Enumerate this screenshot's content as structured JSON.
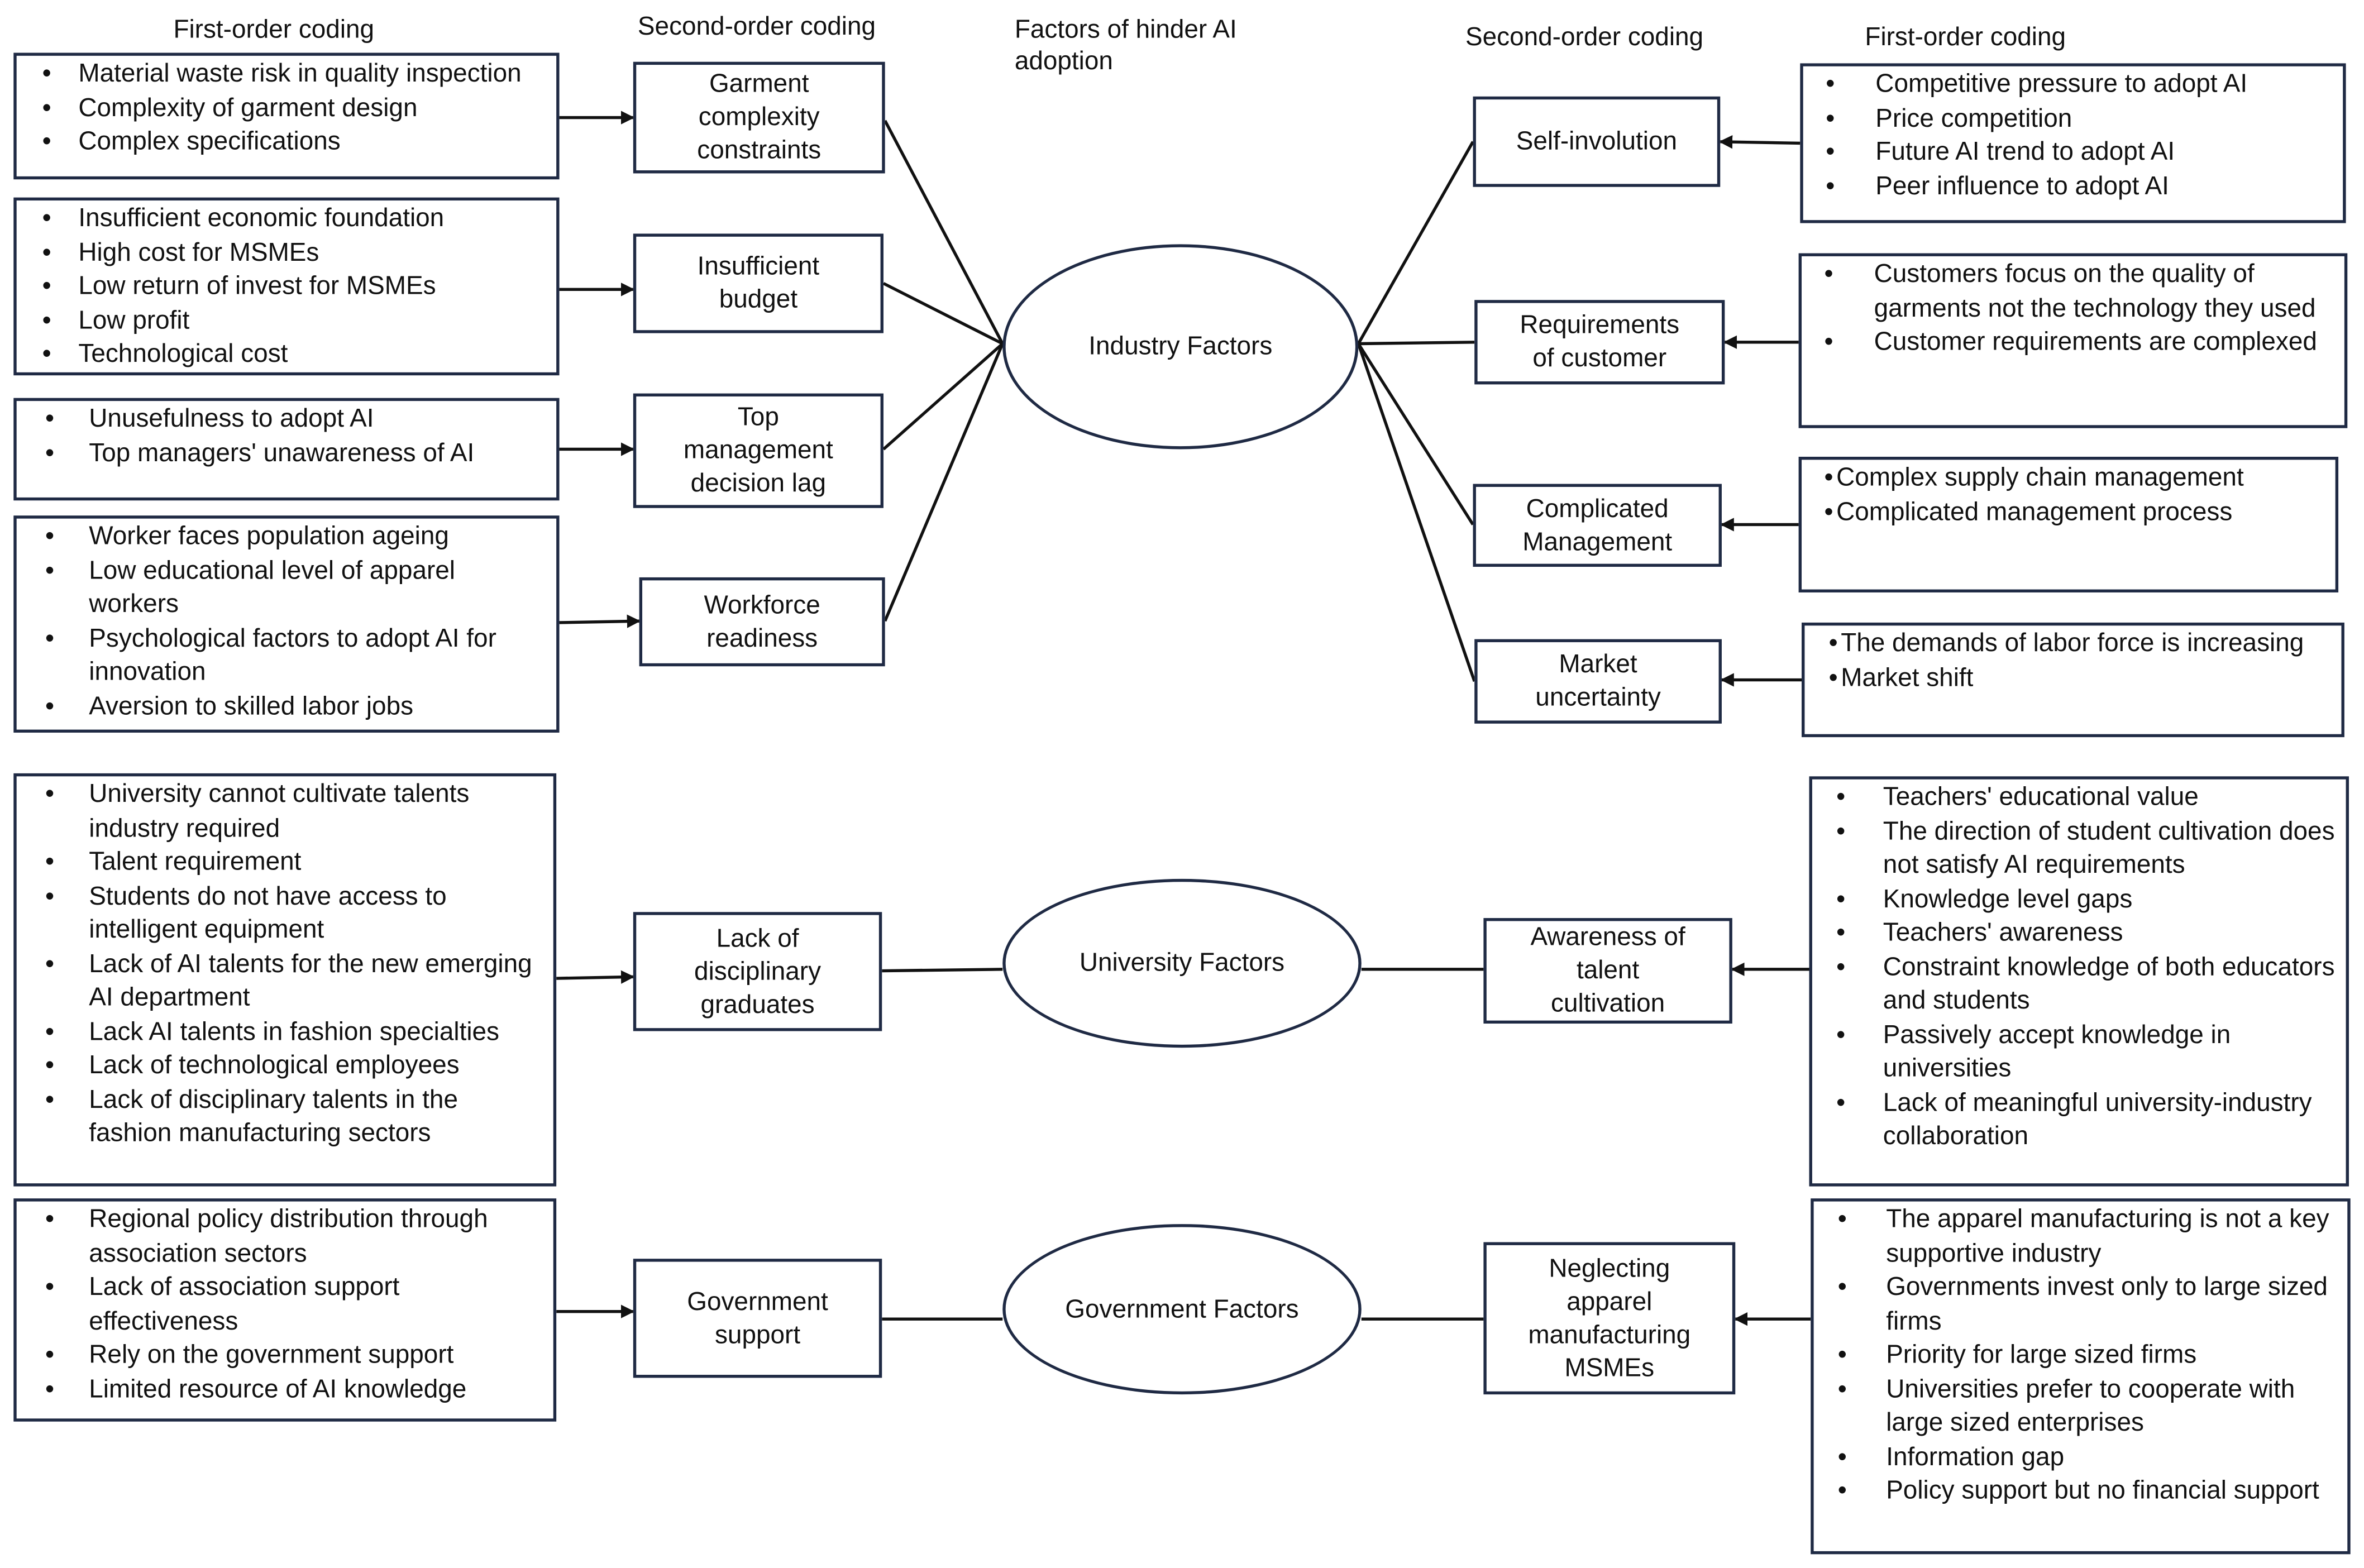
{
  "headers": {
    "first_order_left": "First-order coding",
    "second_order_left": "Second-order coding",
    "factors": "Factors of hinder AI\nadoption",
    "second_order_right": "Second-order coding",
    "first_order_right": "First-order coding"
  },
  "factors": {
    "industry": "Industry Factors",
    "university": "University Factors",
    "government": "Government  Factors"
  },
  "second_order": {
    "garment": "Garment\ncomplexity\nconstraints",
    "budget": "Insufficient\nbudget",
    "top_mgmt": "Top\nmanagement\ndecision lag",
    "workforce": "Workforce\nreadiness",
    "self_involution": "Self-involution",
    "requirements": "Requirements\nof customer",
    "complicated": "Complicated\nManagement",
    "market": "Market\nuncertainty",
    "disciplinary": "Lack of\ndisciplinary\ngraduates",
    "awareness": "Awareness of\ntalent\ncultivation",
    "gov_support": "Government\nsupport",
    "neglecting": "Neglecting\napparel\nmanufacturing\nMSMEs"
  },
  "first_order": {
    "garment": [
      "Material waste risk in quality inspection",
      "Complexity of garment design",
      "Complex specifications"
    ],
    "budget": [
      "Insufficient economic foundation",
      "High cost for MSMEs",
      "Low return of invest for MSMEs",
      "Low profit",
      "Technological cost"
    ],
    "top_mgmt": [
      "Unusefulness to adopt AI",
      "Top managers' unawareness of AI"
    ],
    "workforce": [
      "Worker faces population ageing",
      "Low educational level of apparel workers",
      "Psychological factors to adopt AI for innovation",
      "Aversion to skilled labor jobs"
    ],
    "self_involution": [
      "Competitive pressure to adopt AI",
      "Price competition",
      "Future AI trend to adopt AI",
      "Peer influence to adopt AI"
    ],
    "requirements": [
      "Customers focus on the quality of garments not the technology they used",
      "Customer requirements are complexed"
    ],
    "complicated": [
      "Complex supply chain management",
      "Complicated management process"
    ],
    "market": [
      "The demands of labor force is increasing",
      "Market shift"
    ],
    "disciplinary": [
      "University cannot cultivate talents industry required",
      "Talent requirement",
      "Students do not have access to intelligent equipment",
      "Lack of AI talents for the new emerging AI department",
      "Lack AI talents in fashion specialties",
      "Lack of technological employees",
      "Lack of disciplinary talents in the fashion manufacturing sectors"
    ],
    "awareness": [
      "Teachers' educational value",
      "The direction of student cultivation does not satisfy AI requirements",
      "Knowledge level gaps",
      "Teachers' awareness",
      "Constraint knowledge of both educators and students",
      "Passively accept knowledge in universities",
      "Lack of meaningful university-industry collaboration"
    ],
    "gov_support": [
      "Regional policy distribution through association sectors",
      "Lack of association support effectiveness",
      "Rely on the government support",
      "Limited resource of AI knowledge"
    ],
    "neglecting": [
      "The apparel manufacturing is not a key supportive industry",
      "Governments invest only to large sized firms",
      "Priority for large sized firms",
      "Universities prefer to cooperate with large sized enterprises",
      "Information gap",
      "Policy support but no financial support"
    ]
  },
  "bullet": "•",
  "line_color": "#111111"
}
